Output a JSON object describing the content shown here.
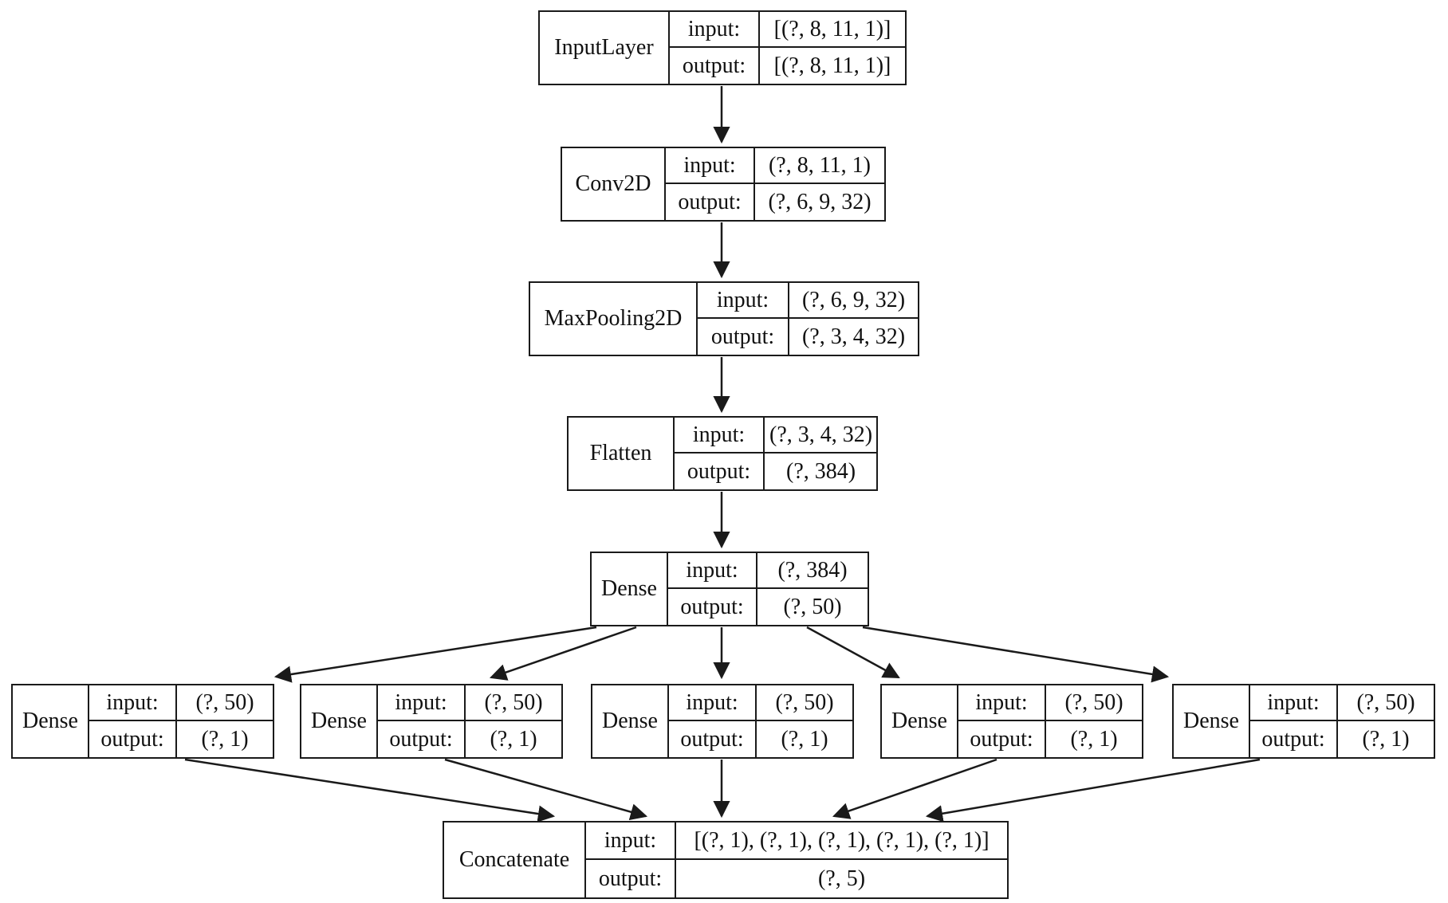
{
  "diagram": {
    "type": "neural-network-layer-graph",
    "labels": {
      "input": "input:",
      "output": "output:"
    },
    "colors": {
      "line": "#1a1a1a",
      "box_bg": "#ffffff",
      "text": "#111111"
    },
    "nodes": [
      {
        "id": "input_layer",
        "label": "InputLayer",
        "input_shape": "[(?, 8, 11, 1)]",
        "output_shape": "[(?, 8, 11, 1)]"
      },
      {
        "id": "conv2d",
        "label": "Conv2D",
        "input_shape": "(?, 8, 11, 1)",
        "output_shape": "(?, 6, 9, 32)"
      },
      {
        "id": "maxpooling2d",
        "label": "MaxPooling2D",
        "input_shape": "(?, 6, 9, 32)",
        "output_shape": "(?, 3, 4, 32)"
      },
      {
        "id": "flatten",
        "label": "Flatten",
        "input_shape": "(?, 3, 4, 32)",
        "output_shape": "(?, 384)"
      },
      {
        "id": "dense",
        "label": "Dense",
        "input_shape": "(?, 384)",
        "output_shape": "(?, 50)"
      },
      {
        "id": "dense_1",
        "label": "Dense",
        "input_shape": "(?, 50)",
        "output_shape": "(?, 1)"
      },
      {
        "id": "dense_2",
        "label": "Dense",
        "input_shape": "(?, 50)",
        "output_shape": "(?, 1)"
      },
      {
        "id": "dense_3",
        "label": "Dense",
        "input_shape": "(?, 50)",
        "output_shape": "(?, 1)"
      },
      {
        "id": "dense_4",
        "label": "Dense",
        "input_shape": "(?, 50)",
        "output_shape": "(?, 1)"
      },
      {
        "id": "dense_5",
        "label": "Dense",
        "input_shape": "(?, 50)",
        "output_shape": "(?, 1)"
      },
      {
        "id": "concatenate",
        "label": "Concatenate",
        "input_shape": "[(?, 1), (?, 1), (?, 1), (?, 1), (?, 1)]",
        "output_shape": "(?, 5)"
      }
    ],
    "edges": [
      {
        "from": "input_layer",
        "to": "conv2d"
      },
      {
        "from": "conv2d",
        "to": "maxpooling2d"
      },
      {
        "from": "maxpooling2d",
        "to": "flatten"
      },
      {
        "from": "flatten",
        "to": "dense"
      },
      {
        "from": "dense",
        "to": "dense_1"
      },
      {
        "from": "dense",
        "to": "dense_2"
      },
      {
        "from": "dense",
        "to": "dense_3"
      },
      {
        "from": "dense",
        "to": "dense_4"
      },
      {
        "from": "dense",
        "to": "dense_5"
      },
      {
        "from": "dense_1",
        "to": "concatenate"
      },
      {
        "from": "dense_2",
        "to": "concatenate"
      },
      {
        "from": "dense_3",
        "to": "concatenate"
      },
      {
        "from": "dense_4",
        "to": "concatenate"
      },
      {
        "from": "dense_5",
        "to": "concatenate"
      }
    ]
  }
}
